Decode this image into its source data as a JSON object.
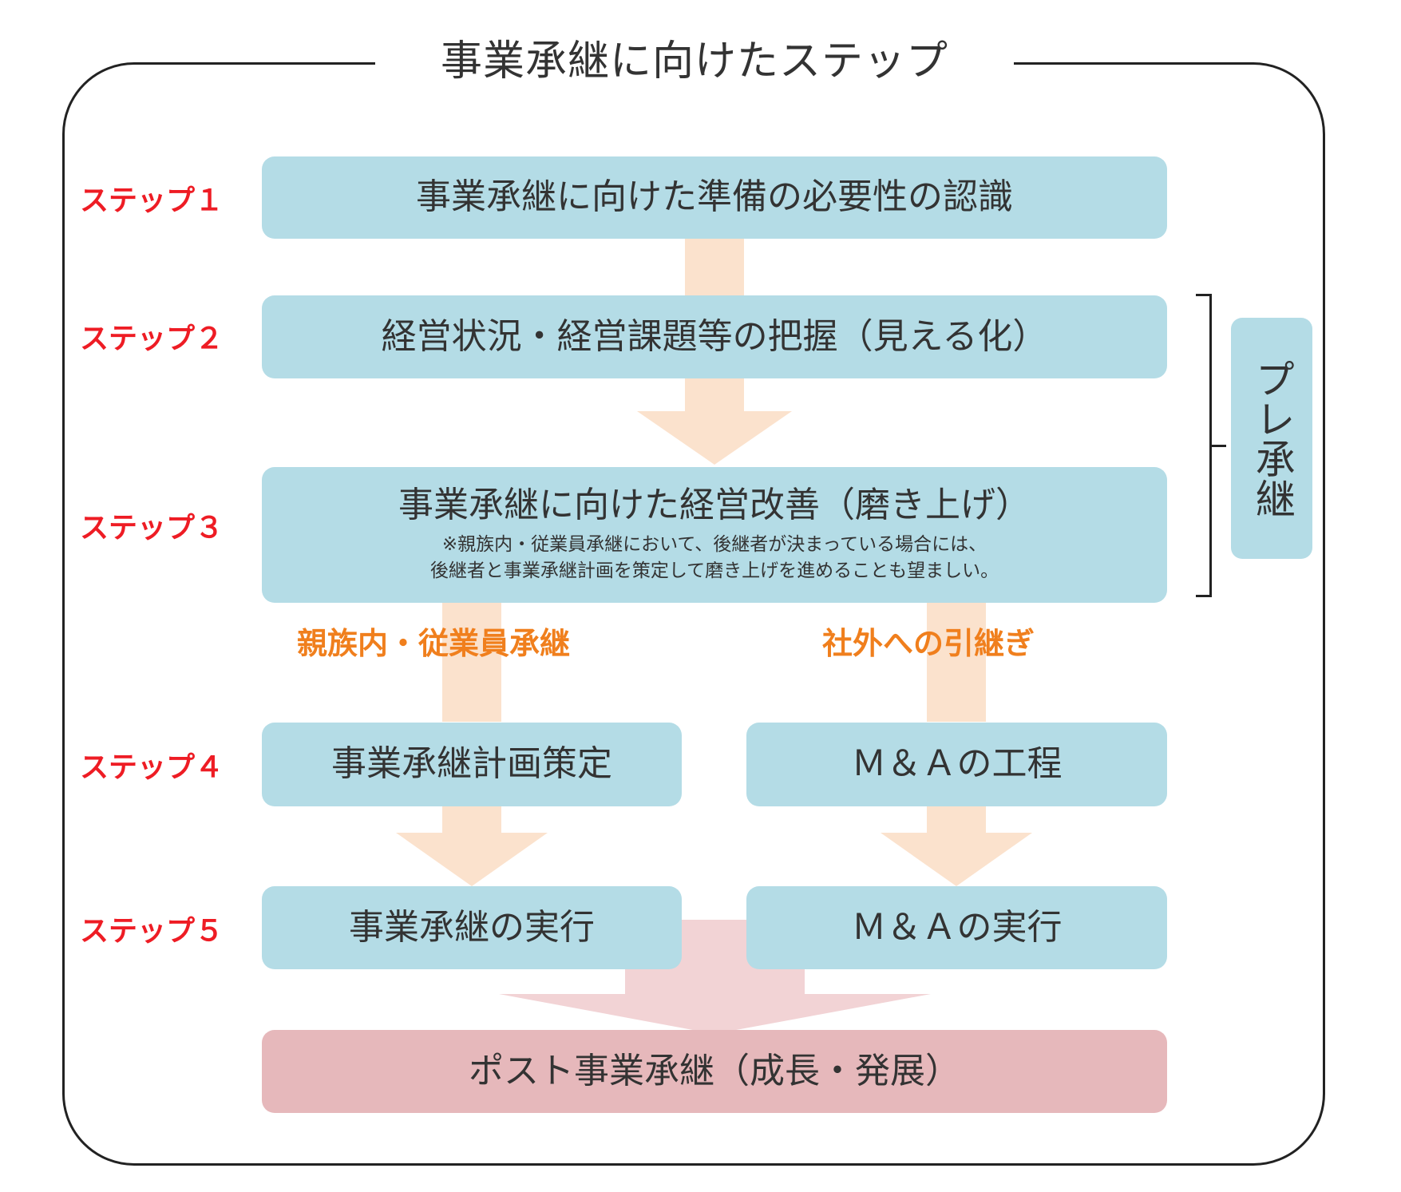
{
  "title": "事業承継に向けたステップ",
  "steps": [
    {
      "label": "ステップ１"
    },
    {
      "label": "ステップ２"
    },
    {
      "label": "ステップ３"
    },
    {
      "label": "ステップ４"
    },
    {
      "label": "ステップ５"
    }
  ],
  "boxes": {
    "step1": "事業承継に向けた準備の必要性の認識",
    "step2": "経営状況・経営課題等の把握（見える化）",
    "step3": {
      "main": "事業承継に向けた経営改善（磨き上げ）",
      "note_line1": "※親族内・従業員承継において、後継者が決まっている場合には、",
      "note_line2": "後継者と事業承継計画を策定して磨き上げを進めることも望ましい。"
    },
    "step4_left": "事業承継計画策定",
    "step4_right": "Ｍ＆Ａの工程",
    "step5_left": "事業承継の実行",
    "step5_right": "Ｍ＆Ａの実行",
    "post": "ポスト事業承継（成長・発展）"
  },
  "routes": {
    "left": "親族内・従業員承継",
    "right": "社外への引継ぎ"
  },
  "pre_succession": "プレ承継",
  "colors": {
    "box": "#b4dce6",
    "post_box": "#e6b8bb",
    "arrow": "#fbe2cd",
    "post_arrow": "#f2d3d5",
    "step_label": "#ee1c24",
    "route_label": "#f07f1d",
    "text": "#333333"
  }
}
